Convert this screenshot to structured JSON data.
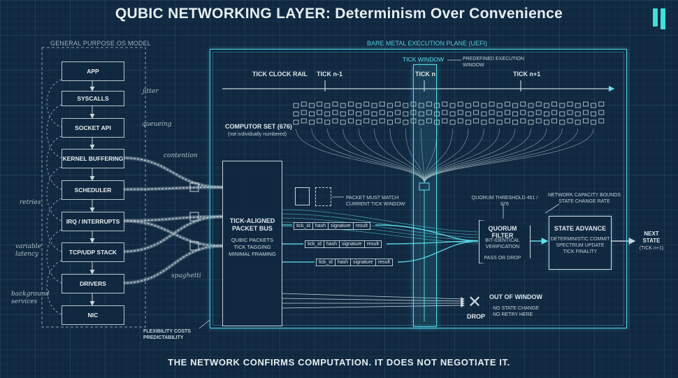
{
  "title": "QUBIC NETWORKING LAYER: Determinism Over Convenience",
  "colors": {
    "background": "#102840",
    "accent": "#4fd2e6",
    "line": "#c9d6dd",
    "text": "#e6eef2"
  },
  "logo_icon": "qubic-logo-icon",
  "os_model": {
    "label": "GENERAL PURPOSE OS MODEL",
    "layers": [
      "APP",
      "SYSCALLS",
      "SOCKET API",
      "KERNEL BUFFERING",
      "SCHEDULER",
      "IRQ / INTERRUPTS",
      "TCP/UDP STACK",
      "DRIVERS",
      "NIC"
    ],
    "annotations": {
      "jitter": "jitter",
      "queueing": "queueing",
      "contention": "contention",
      "retries": "retries",
      "variable_latency": "variable latency",
      "spaghetti": "spaghetti",
      "background_services": "background services"
    }
  },
  "uefi": {
    "label": "BARE METAL EXECUTION PLANE (UEFI)",
    "tick_window": "TICK WINDOW",
    "predefined": "PREDEFINED EXECUTION WINDOW",
    "clock_rail": "TICK CLOCK RAIL",
    "ticks": [
      "TICK n-1",
      "TICK n",
      "TICK n+1"
    ],
    "computor_set": "COMPUTOR SET (676)",
    "computor_note": "(not individually numbered)",
    "bus_title": "TICK-ALIGNED PACKET BUS",
    "bus_features": [
      "QUBIC PACKETS",
      "TICK TAGGING",
      "MINIMAL FRAMING"
    ],
    "packet_must_match": "PACKET MUST MATCH CURRENT TICK WINDOW",
    "packet_fields": [
      "tick_id",
      "hash",
      "signature",
      "result"
    ],
    "quorum_threshold": "QUORUM THRESHOLD 451 / 676",
    "quorum_filter": "QUORUM FILTER",
    "quorum_sub": [
      "BIT-IDENTICAL VERIFICATION",
      "PASS OR DROP"
    ],
    "capacity_note": "NETWORK CAPACITY BOUNDS STATE CHANGE RATE",
    "state_advance": "STATE ADVANCE",
    "state_items": [
      "DETERMINISTIC COMMIT",
      "SPECTRUM UPDATE",
      "TICK FINALITY"
    ],
    "next_state": "NEXT STATE",
    "next_state_sub": "(TICK n+1)",
    "out_of_window": "OUT OF WINDOW",
    "drop": "DROP",
    "drop_notes": [
      "NO STATE CHANGE",
      "NO RETRY HERE"
    ],
    "flexibility": "FLEXIBILITY COSTS PREDICTABILITY"
  },
  "footer": "THE NETWORK CONFIRMS COMPUTATION. IT DOES NOT NEGOTIATE IT."
}
